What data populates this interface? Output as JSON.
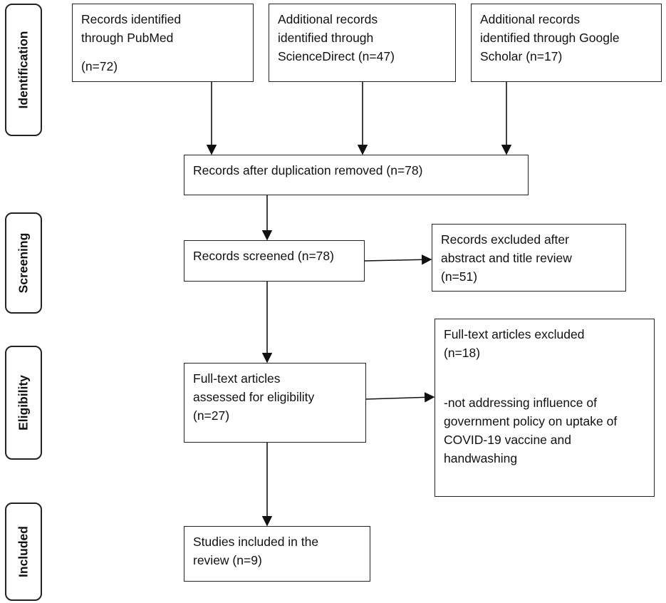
{
  "phases": {
    "identification": "Identification",
    "screening": "Screening",
    "eligibility": "Eligibility",
    "included": "Included"
  },
  "boxes": {
    "pubmed": {
      "line1": "Records identified",
      "line2": "through PubMed",
      "line3": "(n=72)"
    },
    "sciencedirect": {
      "line1": "Additional records",
      "line2": "identified through",
      "line3": "ScienceDirect (n=47)"
    },
    "scholar": {
      "line1": "Additional records",
      "line2": "identified through Google",
      "line3": "Scholar (n=17)"
    },
    "dedup": {
      "line1": "Records after duplication removed (n=78)"
    },
    "screened": {
      "line1": "Records screened (n=78)"
    },
    "excluded_abstract": {
      "line1": "Records excluded after",
      "line2": "abstract and title review",
      "line3": "(n=51)"
    },
    "fulltext": {
      "line1": "Full-text articles",
      "line2": "assessed for eligibility",
      "line3": "(n=27)"
    },
    "excluded_fulltext": {
      "line1": "Full-text articles excluded",
      "line2": "(n=18)",
      "line3": "-not addressing influence of",
      "line4": "government policy on uptake of",
      "line5": "COVID-19 vaccine and",
      "line6": "handwashing"
    },
    "included": {
      "line1": "Studies included in the",
      "line2": "review (n=9)"
    }
  }
}
